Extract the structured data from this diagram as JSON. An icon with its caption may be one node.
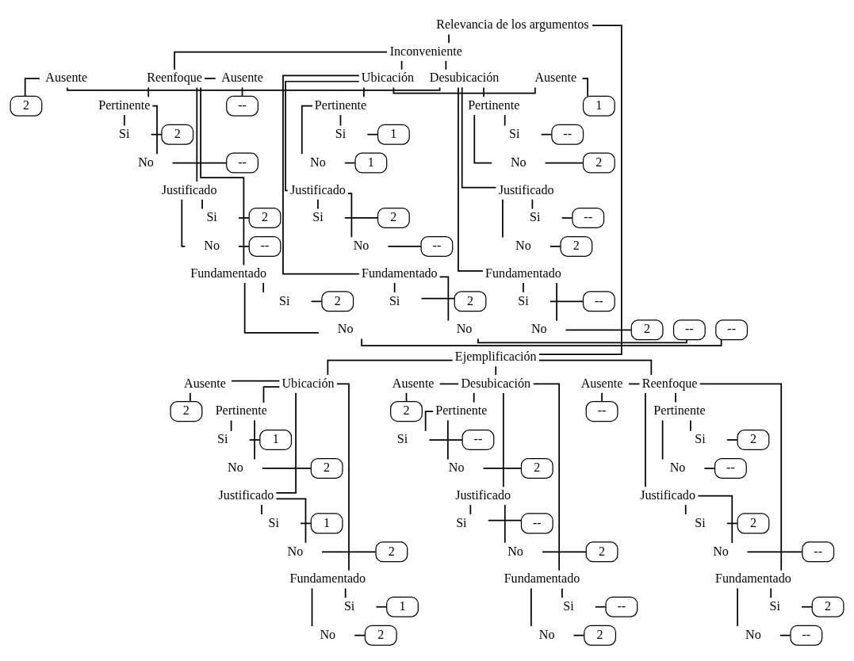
{
  "diagram": {
    "nodes": [
      {
        "text": [
          "Inconveniente"
        ]
      },
      {
        "text": [
          "Ubicación"
        ]
      },
      {
        "text": [
          "Ausente"
        ]
      },
      {
        "text": [
          "1"
        ]
      },
      {
        "text": [
          "Pertinente"
        ]
      },
      {
        "text": [
          "Si"
        ]
      },
      {
        "text": [
          "1"
        ]
      },
      {
        "text": [
          "No"
        ]
      },
      {
        "text": [
          "1"
        ]
      },
      {
        "text": [
          "Justificado"
        ]
      },
      {
        "text": [
          "Si"
        ]
      },
      {
        "text": [
          "2"
        ]
      },
      {
        "text": [
          "No"
        ]
      },
      {
        "text": [
          "--"
        ]
      },
      {
        "text": [
          "Fundamentado"
        ]
      },
      {
        "text": [
          "Si"
        ]
      },
      {
        "text": [
          "2"
        ]
      },
      {
        "text": [
          "No"
        ]
      },
      {
        "text": [
          "--"
        ]
      },
      {
        "text": [
          "Desubicación"
        ]
      },
      {
        "text": [
          "Ausente"
        ]
      },
      {
        "text": [
          "2"
        ]
      },
      {
        "text": [
          "Pertinente"
        ]
      },
      {
        "text": [
          "Si"
        ]
      },
      {
        "text": [
          "--"
        ]
      },
      {
        "text": [
          "No"
        ]
      },
      {
        "text": [
          "2"
        ]
      },
      {
        "text": [
          "Justificado"
        ]
      },
      {
        "text": [
          "Si"
        ]
      },
      {
        "text": [
          "--"
        ]
      },
      {
        "text": [
          "No"
        ]
      },
      {
        "text": [
          "2"
        ]
      },
      {
        "text": [
          "Fundamentado"
        ]
      },
      {
        "text": [
          "Si"
        ]
      },
      {
        "text": [
          "--"
        ]
      },
      {
        "text": [
          "No"
        ]
      },
      {
        "text": [
          "2"
        ]
      },
      {
        "text": [
          "Reenfoque"
        ]
      },
      {
        "text": [
          "Ausente"
        ]
      },
      {
        "text": [
          "--"
        ]
      },
      {
        "text": [
          "Pertinente"
        ]
      },
      {
        "text": [
          "Si"
        ]
      },
      {
        "text": [
          "2"
        ]
      },
      {
        "text": [
          "No"
        ]
      },
      {
        "text": [
          "--"
        ]
      },
      {
        "text": [
          "Justificado"
        ]
      },
      {
        "text": [
          "Si"
        ]
      },
      {
        "text": [
          "2"
        ]
      },
      {
        "text": [
          "No"
        ]
      },
      {
        "text": [
          "--"
        ]
      },
      {
        "text": [
          "Fundamentado"
        ]
      },
      {
        "text": [
          "Si"
        ]
      },
      {
        "text": [
          "2"
        ]
      },
      {
        "text": [
          "No"
        ]
      },
      {
        "text": [
          "--"
        ]
      },
      {
        "text": [
          "Relevancia de los argumentos"
        ]
      },
      {
        "text": [
          "Ejemplificación"
        ]
      },
      {
        "text": [
          "Ubicación"
        ]
      },
      {
        "text": [
          "Ausente"
        ]
      },
      {
        "text": [
          "2"
        ]
      },
      {
        "text": [
          "Pertinente"
        ]
      },
      {
        "text": [
          "Si"
        ]
      },
      {
        "text": [
          "1"
        ]
      },
      {
        "text": [
          "No"
        ]
      },
      {
        "text": [
          "2"
        ]
      },
      {
        "text": [
          "Justificado"
        ]
      },
      {
        "text": [
          "Si"
        ]
      },
      {
        "text": [
          "1"
        ]
      },
      {
        "text": [
          "No"
        ]
      },
      {
        "text": [
          "2"
        ]
      },
      {
        "text": [
          "Fundamentado"
        ]
      },
      {
        "text": [
          "Si"
        ]
      },
      {
        "text": [
          "1"
        ]
      },
      {
        "text": [
          "No"
        ]
      },
      {
        "text": [
          "2"
        ]
      },
      {
        "text": [
          "Desubicación"
        ]
      },
      {
        "text": [
          "Ausente"
        ]
      },
      {
        "text": [
          "2"
        ]
      },
      {
        "text": [
          "Pertinente"
        ]
      },
      {
        "text": [
          "Si"
        ]
      },
      {
        "text": [
          "--"
        ]
      },
      {
        "text": [
          "No"
        ]
      },
      {
        "text": [
          "2"
        ]
      },
      {
        "text": [
          "Justificado"
        ]
      },
      {
        "text": [
          "Si"
        ]
      },
      {
        "text": [
          "--"
        ]
      },
      {
        "text": [
          "No"
        ]
      },
      {
        "text": [
          "2"
        ]
      },
      {
        "text": [
          "Fundamentado"
        ]
      },
      {
        "text": [
          "Si"
        ]
      },
      {
        "text": [
          "--"
        ]
      },
      {
        "text": [
          "No"
        ]
      },
      {
        "text": [
          "2"
        ]
      },
      {
        "text": [
          "Reenfoque"
        ]
      },
      {
        "text": [
          "Ausente"
        ]
      },
      {
        "text": [
          "--"
        ]
      },
      {
        "text": [
          "Pertinente"
        ]
      },
      {
        "text": [
          "Si"
        ]
      },
      {
        "text": [
          "2"
        ]
      },
      {
        "text": [
          "No"
        ]
      },
      {
        "text": [
          "--"
        ]
      },
      {
        "text": [
          "Justificado"
        ]
      },
      {
        "text": [
          "Si"
        ]
      },
      {
        "text": [
          "2"
        ]
      },
      {
        "text": [
          "No"
        ]
      },
      {
        "text": [
          "--"
        ]
      },
      {
        "text": [
          "Fundamentado"
        ]
      },
      {
        "text": [
          "Si"
        ]
      },
      {
        "text": [
          "2"
        ]
      },
      {
        "text": [
          "No"
        ]
      },
      {
        "text": [
          "--"
        ]
      }
    ],
    "edges": [
      {
        "from": 55,
        "to": 0,
        "arrow": "none"
      },
      {
        "from": 0,
        "to": 1,
        "arrow": "none"
      },
      {
        "from": 2,
        "to": 1,
        "arrow": "none"
      },
      {
        "from": 2,
        "to": 3,
        "arrow": "none"
      },
      {
        "from": 1,
        "to": 4,
        "arrow": "none"
      },
      {
        "from": 4,
        "to": 5,
        "arrow": "none"
      },
      {
        "from": 5,
        "to": 6,
        "arrow": "none"
      },
      {
        "from": 4,
        "to": 7,
        "arrow": "none"
      },
      {
        "from": 7,
        "to": 8,
        "arrow": "none"
      },
      {
        "from": 1,
        "to": 9,
        "arrow": "none"
      },
      {
        "from": 9,
        "to": 10,
        "arrow": "none"
      },
      {
        "from": 10,
        "to": 11,
        "arrow": "none"
      },
      {
        "from": 9,
        "to": 12,
        "arrow": "none"
      },
      {
        "from": 12,
        "to": 13,
        "arrow": "none"
      },
      {
        "from": 1,
        "to": 14,
        "arrow": "none"
      },
      {
        "from": 14,
        "to": 15,
        "arrow": "none"
      },
      {
        "from": 15,
        "to": 16,
        "arrow": "none"
      },
      {
        "from": 14,
        "to": 17,
        "arrow": "none"
      },
      {
        "from": 17,
        "to": 18,
        "arrow": "none"
      },
      {
        "from": 0,
        "to": 19,
        "arrow": "none"
      },
      {
        "from": 20,
        "to": 19,
        "arrow": "none"
      },
      {
        "from": 20,
        "to": 21,
        "arrow": "none"
      },
      {
        "from": 19,
        "to": 22,
        "arrow": "none"
      },
      {
        "from": 22,
        "to": 23,
        "arrow": "none"
      },
      {
        "from": 23,
        "to": 24,
        "arrow": "none"
      },
      {
        "from": 22,
        "to": 25,
        "arrow": "none"
      },
      {
        "from": 25,
        "to": 26,
        "arrow": "none"
      },
      {
        "from": 19,
        "to": 27,
        "arrow": "none"
      },
      {
        "from": 27,
        "to": 28,
        "arrow": "none"
      },
      {
        "from": 28,
        "to": 29,
        "arrow": "none"
      },
      {
        "from": 27,
        "to": 30,
        "arrow": "none"
      },
      {
        "from": 30,
        "to": 31,
        "arrow": "none"
      },
      {
        "from": 19,
        "to": 32,
        "arrow": "none"
      },
      {
        "from": 32,
        "to": 33,
        "arrow": "none"
      },
      {
        "from": 33,
        "to": 34,
        "arrow": "none"
      },
      {
        "from": 32,
        "to": 35,
        "arrow": "none"
      },
      {
        "from": 35,
        "to": 36,
        "arrow": "none"
      },
      {
        "from": 0,
        "to": 37,
        "arrow": "none"
      },
      {
        "from": 38,
        "to": 37,
        "arrow": "none"
      },
      {
        "from": 38,
        "to": 39,
        "arrow": "none"
      },
      {
        "from": 37,
        "to": 40,
        "arrow": "none"
      },
      {
        "from": 40,
        "to": 41,
        "arrow": "none"
      },
      {
        "from": 41,
        "to": 42,
        "arrow": "none"
      },
      {
        "from": 40,
        "to": 43,
        "arrow": "none"
      },
      {
        "from": 43,
        "to": 44,
        "arrow": "none"
      },
      {
        "from": 37,
        "to": 45,
        "arrow": "none"
      },
      {
        "from": 45,
        "to": 46,
        "arrow": "none"
      },
      {
        "from": 46,
        "to": 47,
        "arrow": "none"
      },
      {
        "from": 45,
        "to": 48,
        "arrow": "none"
      },
      {
        "from": 48,
        "to": 49,
        "arrow": "none"
      },
      {
        "from": 37,
        "to": 50,
        "arrow": "none"
      },
      {
        "from": 50,
        "to": 51,
        "arrow": "none"
      },
      {
        "from": 51,
        "to": 52,
        "arrow": "none"
      },
      {
        "from": 50,
        "to": 53,
        "arrow": "none"
      },
      {
        "from": 53,
        "to": 54,
        "arrow": "none"
      },
      {
        "from": 55,
        "to": 56,
        "arrow": "none"
      },
      {
        "from": 56,
        "to": 57,
        "arrow": "none"
      },
      {
        "from": 58,
        "to": 57,
        "arrow": "none"
      },
      {
        "from": 58,
        "to": 59,
        "arrow": "none"
      },
      {
        "from": 57,
        "to": 60,
        "arrow": "none"
      },
      {
        "from": 60,
        "to": 61,
        "arrow": "none"
      },
      {
        "from": 61,
        "to": 62,
        "arrow": "none"
      },
      {
        "from": 60,
        "to": 63,
        "arrow": "none"
      },
      {
        "from": 63,
        "to": 64,
        "arrow": "none"
      },
      {
        "from": 57,
        "to": 65,
        "arrow": "none"
      },
      {
        "from": 65,
        "to": 66,
        "arrow": "none"
      },
      {
        "from": 66,
        "to": 67,
        "arrow": "none"
      },
      {
        "from": 65,
        "to": 68,
        "arrow": "none"
      },
      {
        "from": 68,
        "to": 69,
        "arrow": "none"
      },
      {
        "from": 57,
        "to": 70,
        "arrow": "none"
      },
      {
        "from": 70,
        "to": 71,
        "arrow": "none"
      },
      {
        "from": 71,
        "to": 72,
        "arrow": "none"
      },
      {
        "from": 70,
        "to": 73,
        "arrow": "none"
      },
      {
        "from": 73,
        "to": 74,
        "arrow": "none"
      },
      {
        "from": 56,
        "to": 75,
        "arrow": "none"
      },
      {
        "from": 76,
        "to": 75,
        "arrow": "none"
      },
      {
        "from": 76,
        "to": 77,
        "arrow": "none"
      },
      {
        "from": 75,
        "to": 78,
        "arrow": "none"
      },
      {
        "from": 78,
        "to": 79,
        "arrow": "none"
      },
      {
        "from": 79,
        "to": 80,
        "arrow": "none"
      },
      {
        "from": 78,
        "to": 81,
        "arrow": "none"
      },
      {
        "from": 81,
        "to": 82,
        "arrow": "none"
      },
      {
        "from": 75,
        "to": 83,
        "arrow": "none"
      },
      {
        "from": 83,
        "to": 84,
        "arrow": "none"
      },
      {
        "from": 84,
        "to": 85,
        "arrow": "none"
      },
      {
        "from": 83,
        "to": 86,
        "arrow": "none"
      },
      {
        "from": 86,
        "to": 87,
        "arrow": "none"
      },
      {
        "from": 75,
        "to": 88,
        "arrow": "none"
      },
      {
        "from": 88,
        "to": 89,
        "arrow": "none"
      },
      {
        "from": 89,
        "to": 90,
        "arrow": "none"
      },
      {
        "from": 88,
        "to": 91,
        "arrow": "none"
      },
      {
        "from": 91,
        "to": 92,
        "arrow": "none"
      },
      {
        "from": 56,
        "to": 93,
        "arrow": "none"
      },
      {
        "from": 94,
        "to": 93,
        "arrow": "none"
      },
      {
        "from": 94,
        "to": 95,
        "arrow": "none"
      },
      {
        "from": 93,
        "to": 96,
        "arrow": "none"
      },
      {
        "from": 96,
        "to": 97,
        "arrow": "none"
      },
      {
        "from": 97,
        "to": 98,
        "arrow": "none"
      },
      {
        "from": 96,
        "to": 99,
        "arrow": "none"
      },
      {
        "from": 99,
        "to": 100,
        "arrow": "none"
      },
      {
        "from": 93,
        "to": 101,
        "arrow": "none"
      },
      {
        "from": 101,
        "to": 102,
        "arrow": "none"
      },
      {
        "from": 102,
        "to": 103,
        "arrow": "none"
      },
      {
        "from": 101,
        "to": 104,
        "arrow": "none"
      },
      {
        "from": 104,
        "to": 105,
        "arrow": "none"
      },
      {
        "from": 93,
        "to": 106,
        "arrow": "none"
      },
      {
        "from": 106,
        "to": 107,
        "arrow": "none"
      },
      {
        "from": 107,
        "to": 108,
        "arrow": "none"
      },
      {
        "from": 106,
        "to": 109,
        "arrow": "none"
      },
      {
        "from": 109,
        "to": 110,
        "arrow": "none"
      }
    ]
  }
}
